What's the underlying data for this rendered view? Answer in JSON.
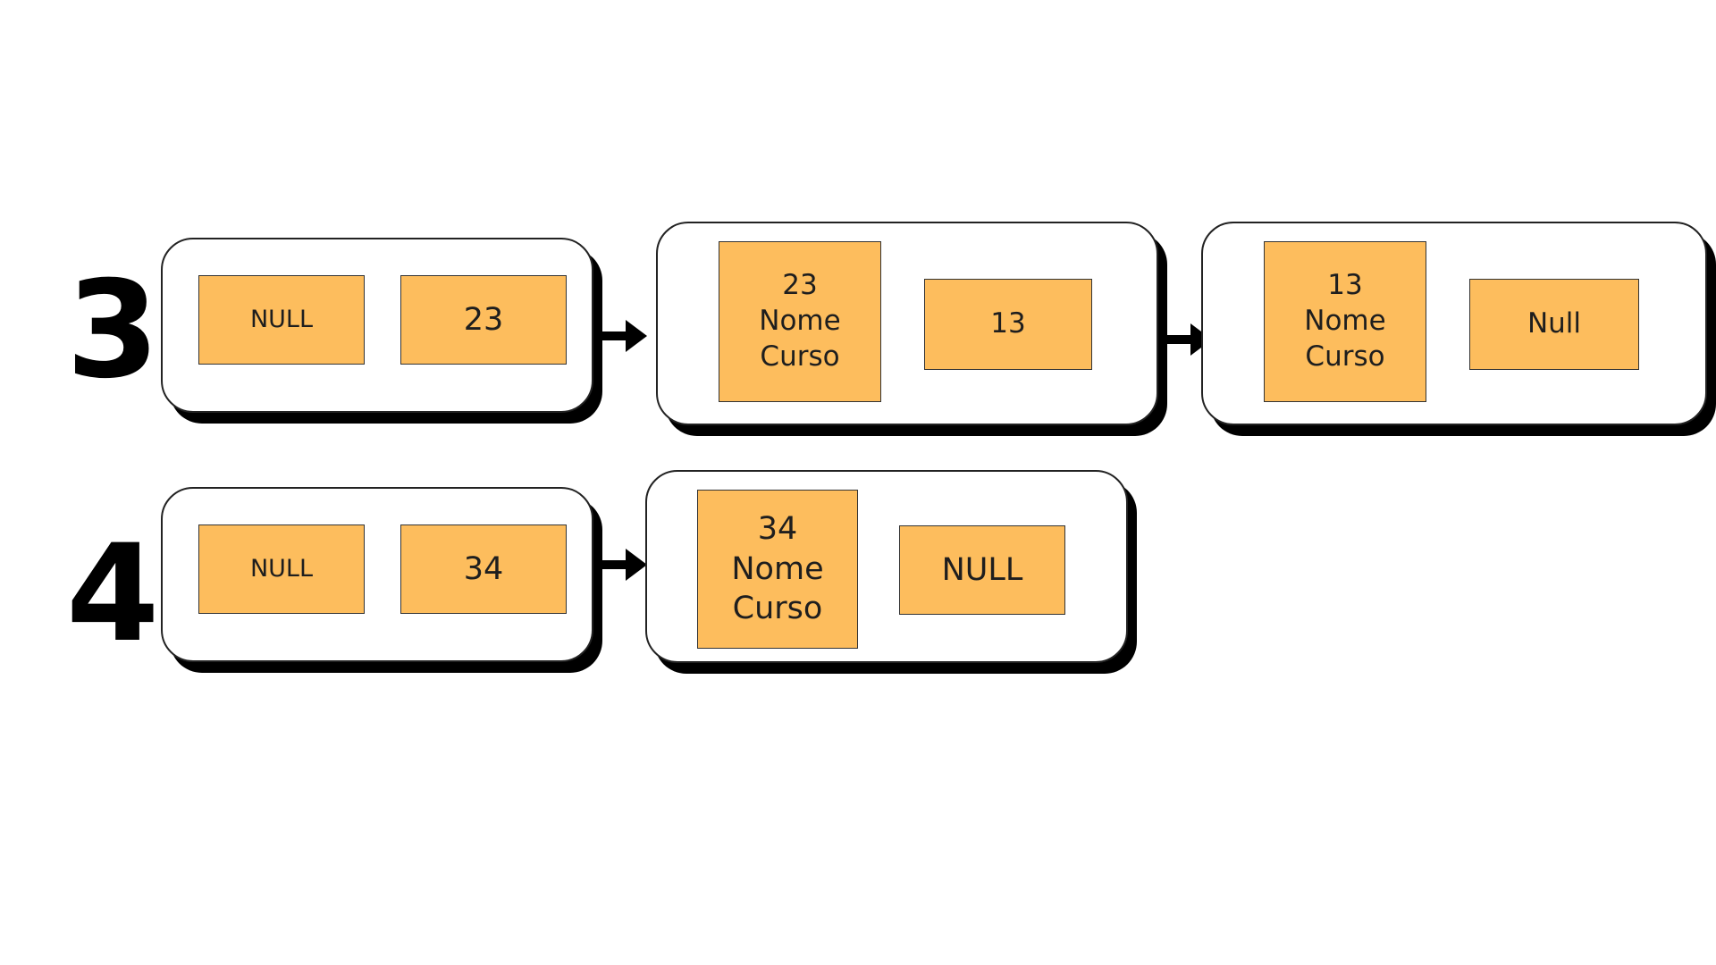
{
  "rows": [
    {
      "label": "3",
      "nodes": [
        {
          "left": "NULL",
          "right": "23"
        },
        {
          "left": "23\nNome\nCurso",
          "right": "13"
        },
        {
          "left": "13\nNome\nCurso",
          "right": "Null"
        }
      ]
    },
    {
      "label": "4",
      "nodes": [
        {
          "left": "NULL",
          "right": "34"
        },
        {
          "left": "34\nNome\nCurso",
          "right": "NULL"
        }
      ]
    }
  ],
  "colors": {
    "cell_fill": "#fdbd5d",
    "shadow": "#000000",
    "arrow": "#000000"
  }
}
